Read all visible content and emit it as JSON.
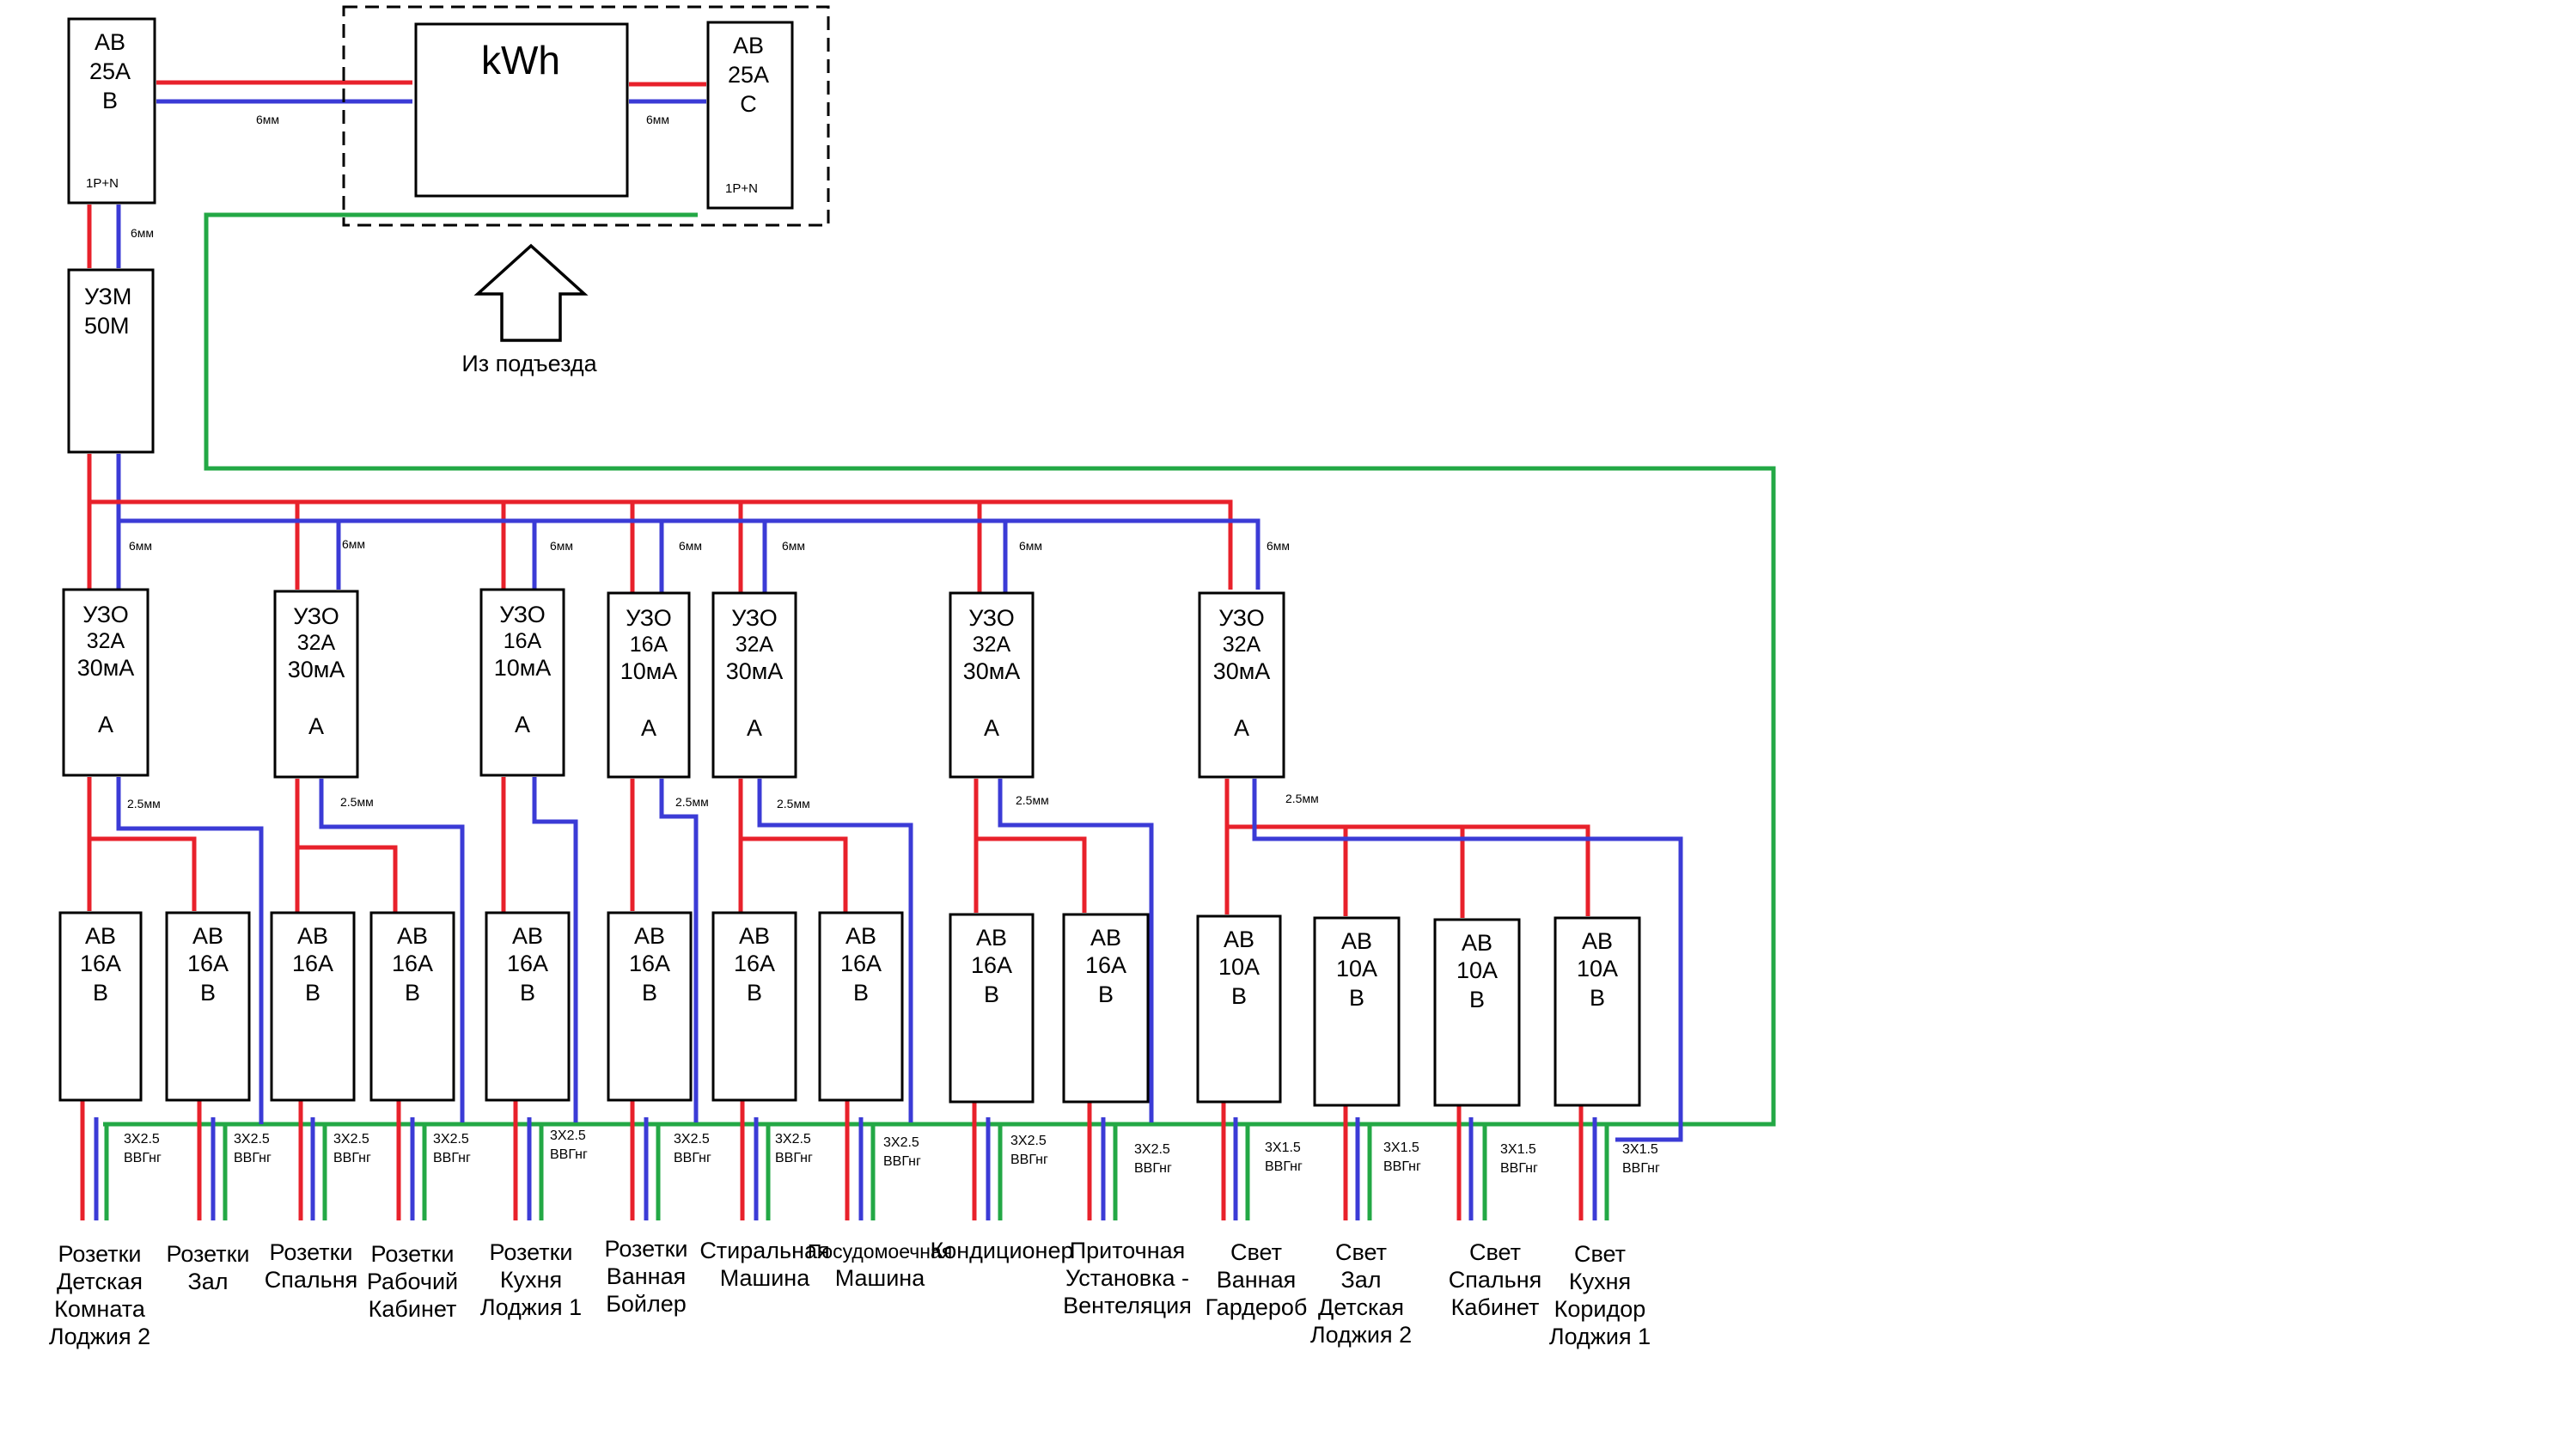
{
  "colors": {
    "phase": "#e8212b",
    "neutral": "#3b3bd6",
    "earth": "#23a845",
    "outline": "#000000"
  },
  "input": {
    "main_breaker": {
      "lines": [
        "АВ",
        "25А",
        "В"
      ],
      "poles": "1P+N"
    },
    "meter": {
      "label": "kWh"
    },
    "meter_breaker": {
      "lines": [
        "АВ",
        "25А",
        "С"
      ],
      "poles": "1P+N"
    },
    "feed_label": "Из подъезда",
    "wire_main_meter": "6мм",
    "wire_meter_breaker": "6мм",
    "wire_main_uzm": "6мм"
  },
  "uzm": {
    "lines": [
      "УЗМ",
      "50М"
    ]
  },
  "groups": [
    {
      "rcd": [
        "УЗО",
        "32А",
        "30мА",
        "А"
      ],
      "feed": "6мм",
      "branch": "2.5мм"
    },
    {
      "rcd": [
        "УЗО",
        "32А",
        "30мА",
        "А"
      ],
      "feed": "6мм",
      "branch": "2.5мм"
    },
    {
      "rcd": [
        "УЗО",
        "16А",
        "10мА",
        "А"
      ],
      "feed": "6мм",
      "branch": ""
    },
    {
      "rcd": [
        "УЗО",
        "16А",
        "10мА",
        "А"
      ],
      "feed": "6мм",
      "branch": "2.5мм"
    },
    {
      "rcd": [
        "УЗО",
        "32А",
        "30мА",
        "А"
      ],
      "feed": "6мм",
      "branch": "2.5мм"
    },
    {
      "rcd": [
        "УЗО",
        "32А",
        "30мА",
        "А"
      ],
      "feed": "6мм",
      "branch": "2.5мм"
    },
    {
      "rcd": [
        "УЗО",
        "32А",
        "30мА",
        "А"
      ],
      "feed": "6мм",
      "branch": "2.5мм"
    }
  ],
  "breakers": [
    {
      "lines": [
        "АВ",
        "16А",
        "В"
      ],
      "cable": [
        "3Х2.5",
        "ВВГнг"
      ],
      "load": [
        "Розетки",
        "Детская",
        "Комната",
        "Лоджия 2"
      ]
    },
    {
      "lines": [
        "АВ",
        "16А",
        "В"
      ],
      "cable": [
        "3Х2.5",
        "ВВГнг"
      ],
      "load": [
        "Розетки",
        "Зал"
      ]
    },
    {
      "lines": [
        "АВ",
        "16А",
        "В"
      ],
      "cable": [
        "3Х2.5",
        "ВВГнг"
      ],
      "load": [
        "Розетки",
        "Спальня"
      ]
    },
    {
      "lines": [
        "АВ",
        "16А",
        "В"
      ],
      "cable": [
        "3Х2.5",
        "ВВГнг"
      ],
      "load": [
        "Розетки",
        "Рабочий",
        "Кабинет"
      ]
    },
    {
      "lines": [
        "АВ",
        "16А",
        "В"
      ],
      "cable": [
        "3Х2.5",
        "ВВГнг"
      ],
      "load": [
        "Розетки",
        "Кухня",
        "Лоджия 1"
      ]
    },
    {
      "lines": [
        "АВ",
        "16А",
        "В"
      ],
      "cable": [
        "3Х2.5",
        "ВВГнг"
      ],
      "load": [
        "Розетки",
        "Ванная",
        "Бойлер"
      ]
    },
    {
      "lines": [
        "АВ",
        "16А",
        "В"
      ],
      "cable": [
        "3Х2.5",
        "ВВГнг"
      ],
      "load": [
        "Стиральная",
        "Машина"
      ]
    },
    {
      "lines": [
        "АВ",
        "16А",
        "В"
      ],
      "cable": [
        "3Х2.5",
        "ВВГнг"
      ],
      "load": [
        "Посудомоечная",
        "Машина"
      ]
    },
    {
      "lines": [
        "АВ",
        "16А",
        "В"
      ],
      "cable": [
        "3Х2.5",
        "ВВГнг"
      ],
      "load": [
        "Кондиционер"
      ]
    },
    {
      "lines": [
        "АВ",
        "16А",
        "В"
      ],
      "cable": [
        "3Х2.5",
        "ВВГнг"
      ],
      "load": [
        "Приточная",
        "Установка -",
        "Вентеляция"
      ]
    },
    {
      "lines": [
        "АВ",
        "10А",
        "В"
      ],
      "cable": [
        "3Х1.5",
        "ВВГнг"
      ],
      "load": [
        "Свет",
        "Ванная",
        "Гардероб"
      ]
    },
    {
      "lines": [
        "АВ",
        "10А",
        "В"
      ],
      "cable": [
        "3Х1.5",
        "ВВГнг"
      ],
      "load": [
        "Свет",
        "Зал",
        "Детская",
        "Лоджия 2"
      ]
    },
    {
      "lines": [
        "АВ",
        "10А",
        "В"
      ],
      "cable": [
        "3Х1.5",
        "ВВГнг"
      ],
      "load": [
        "Свет",
        "Спальня",
        "Кабинет"
      ]
    },
    {
      "lines": [
        "АВ",
        "10А",
        "В"
      ],
      "cable": [
        "3Х1.5",
        "ВВГнг"
      ],
      "load": [
        "Свет",
        "Кухня",
        "Коридор",
        "Лоджия 1"
      ]
    }
  ]
}
